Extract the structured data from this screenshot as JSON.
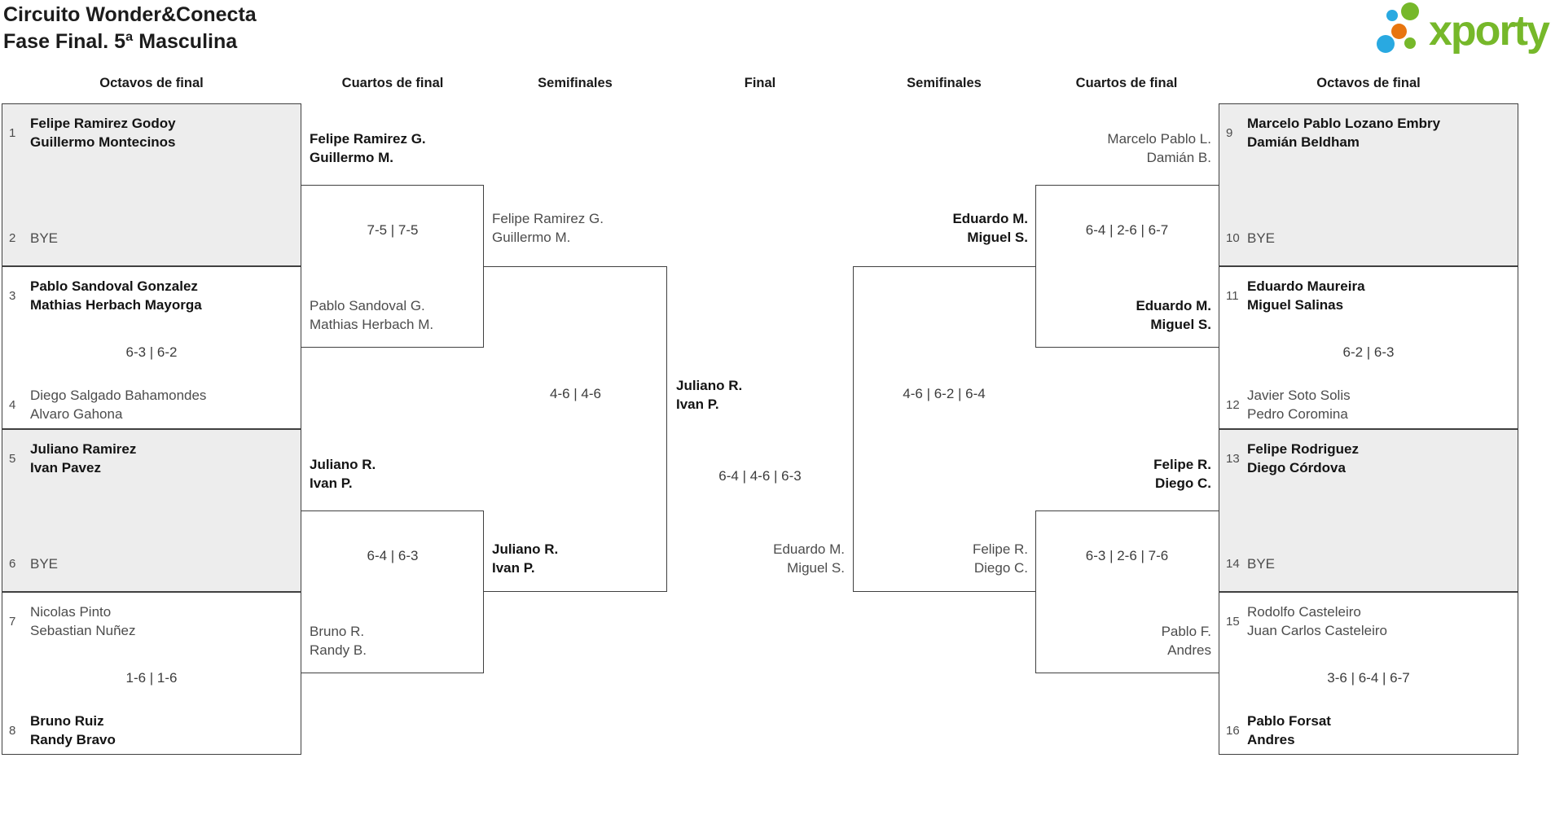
{
  "title": {
    "line1": "Circuito Wonder&Conecta",
    "line2": "Fase Final. 5ª Masculina"
  },
  "logo": {
    "text": "xporty",
    "green": "#76b82a",
    "blue": "#29a9e1",
    "orange": "#e8750f"
  },
  "colors": {
    "line": "#404040",
    "bye_box_fill": "#ededed",
    "winner_text": "#141414",
    "normal_text": "#4c4c4c"
  },
  "headers": [
    "Octavos de final",
    "Cuartos de final",
    "Semifinales",
    "Final",
    "Semifinales",
    "Cuartos de final",
    "Octavos de final"
  ],
  "bracket": {
    "r16": [
      {
        "seed1": "1",
        "team1": [
          "Felipe Ramirez Godoy",
          "Guillermo Montecinos"
        ],
        "winner": 1,
        "seed2": "2",
        "team2": [
          "BYE"
        ],
        "score": "",
        "gray": true
      },
      {
        "seed1": "3",
        "team1": [
          "Pablo Sandoval Gonzalez",
          "Mathias Herbach Mayorga"
        ],
        "winner": 1,
        "seed2": "4",
        "team2": [
          "Diego Salgado Bahamondes",
          "Alvaro Gahona"
        ],
        "score": "6-3 | 6-2",
        "gray": false
      },
      {
        "seed1": "5",
        "team1": [
          "Juliano Ramirez",
          "Ivan Pavez"
        ],
        "winner": 1,
        "seed2": "6",
        "team2": [
          "BYE"
        ],
        "score": "",
        "gray": true
      },
      {
        "seed1": "7",
        "team1": [
          "Nicolas Pinto",
          "Sebastian Nuñez"
        ],
        "winner": 2,
        "seed2": "8",
        "team2": [
          "Bruno Ruiz",
          "Randy Bravo"
        ],
        "score": "1-6 | 1-6",
        "gray": false
      },
      {
        "seed1": "9",
        "team1": [
          "Marcelo Pablo Lozano Embry",
          "Damián Beldham"
        ],
        "winner": 1,
        "seed2": "10",
        "team2": [
          "BYE"
        ],
        "score": "",
        "gray": true
      },
      {
        "seed1": "11",
        "team1": [
          "Eduardo Maureira",
          "Miguel Salinas"
        ],
        "winner": 1,
        "seed2": "12",
        "team2": [
          "Javier Soto Solis",
          "Pedro Coromina"
        ],
        "score": "6-2 | 6-3",
        "gray": false
      },
      {
        "seed1": "13",
        "team1": [
          "Felipe Rodriguez",
          "Diego Córdova"
        ],
        "winner": 1,
        "seed2": "14",
        "team2": [
          "BYE"
        ],
        "score": "",
        "gray": true
      },
      {
        "seed1": "15",
        "team1": [
          "Rodolfo Casteleiro",
          "Juan Carlos Casteleiro"
        ],
        "winner": 2,
        "seed2": "16",
        "team2": [
          "Pablo Forsat",
          "Andres"
        ],
        "score": "3-6 | 6-4 | 6-7",
        "gray": false
      }
    ],
    "qf": [
      {
        "team1": [
          "Felipe Ramirez G.",
          "Guillermo M."
        ],
        "team2": [
          "Pablo Sandoval G.",
          "Mathias Herbach M."
        ],
        "winner": 1,
        "score": "7-5 | 7-5"
      },
      {
        "team1": [
          "Juliano R.",
          "Ivan P."
        ],
        "team2": [
          "Bruno R.",
          "Randy B."
        ],
        "winner": 1,
        "score": "6-4 | 6-3"
      },
      {
        "team1": [
          "Marcelo Pablo L.",
          "Damián B."
        ],
        "team2": [
          "Eduardo M.",
          "Miguel S."
        ],
        "winner": 2,
        "score": "6-4 | 2-6 | 6-7"
      },
      {
        "team1": [
          "Felipe R.",
          "Diego C."
        ],
        "team2": [
          "Pablo F.",
          "Andres"
        ],
        "winner": 1,
        "score": "6-3 | 2-6 | 7-6"
      }
    ],
    "sf": [
      {
        "team1": [
          "Felipe Ramirez G.",
          "Guillermo M."
        ],
        "team2": [
          "Juliano R.",
          "Ivan P."
        ],
        "winner": 2,
        "score": "4-6 | 4-6"
      },
      {
        "team1": [
          "Eduardo M.",
          "Miguel S."
        ],
        "team2": [
          "Felipe R.",
          "Diego C."
        ],
        "winner": 1,
        "score": "4-6 | 6-2 | 6-4"
      }
    ],
    "final": {
      "team1": [
        "Juliano R.",
        "Ivan P."
      ],
      "team2": [
        "Eduardo M.",
        "Miguel S."
      ],
      "winner": 1,
      "score": "6-4 | 4-6 | 6-3"
    }
  }
}
